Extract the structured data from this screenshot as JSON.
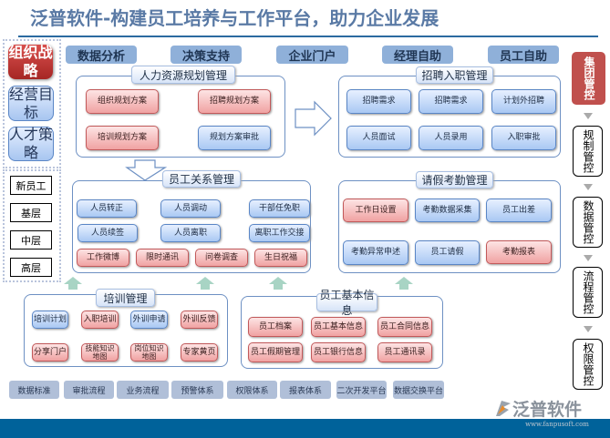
{
  "title": "泛普软件-构建员工培养与工作平台，助力企业发展",
  "left_strategy": [
    "组织战略",
    "经营目标",
    "人才策略"
  ],
  "levels": [
    "新员工",
    "基层",
    "中层",
    "高层"
  ],
  "nav": [
    "数据分析",
    "决策支持",
    "企业门户",
    "经理自助",
    "员工自助"
  ],
  "hr_planning": {
    "title": "人力资源规划管理",
    "items": [
      "组织规划方案",
      "招聘规划方案",
      "培训规划方案",
      "规划方案审批"
    ]
  },
  "relations": {
    "title": "员工关系管理",
    "items": [
      "人员转正",
      "人员调动",
      "干部任免职",
      "人员续签",
      "人员离职",
      "离职工作交接",
      "工作微博",
      "限时通讯",
      "问卷调查",
      "生日祝福"
    ]
  },
  "recruit": {
    "title": "招聘入职管理",
    "items": [
      "招聘需求",
      "招聘需求",
      "计划外招聘",
      "人员面试",
      "人员录用",
      "入职审批"
    ]
  },
  "attendance": {
    "title": "请假考勤管理",
    "items": [
      "工作日设置",
      "考勤数据采集",
      "员工出差",
      "考勤异常申述",
      "员工请假",
      "考勤报表"
    ]
  },
  "training": {
    "title": "培训管理",
    "items": [
      "培训计划",
      "入职培训",
      "外训申请",
      "外训反馈",
      "分享门户",
      "技能知识地图",
      "岗位知识地图",
      "专家黄页"
    ]
  },
  "basic_info": {
    "title": "员工基本信息",
    "items": [
      "员工档案",
      "员工基本信息",
      "员工合同信息",
      "员工假期管理",
      "员工银行信息",
      "员工通讯录"
    ]
  },
  "platform": [
    "数据标准",
    "审批流程",
    "业务流程",
    "预警体系",
    "权限体系",
    "报表体系",
    "二次开发平台",
    "数据交换平台"
  ],
  "control": [
    "集团管控",
    "规制管控",
    "数据管控",
    "流程管控",
    "权限管控"
  ],
  "logo": {
    "name": "泛普软件",
    "url": "www.fanpusoft.com"
  }
}
